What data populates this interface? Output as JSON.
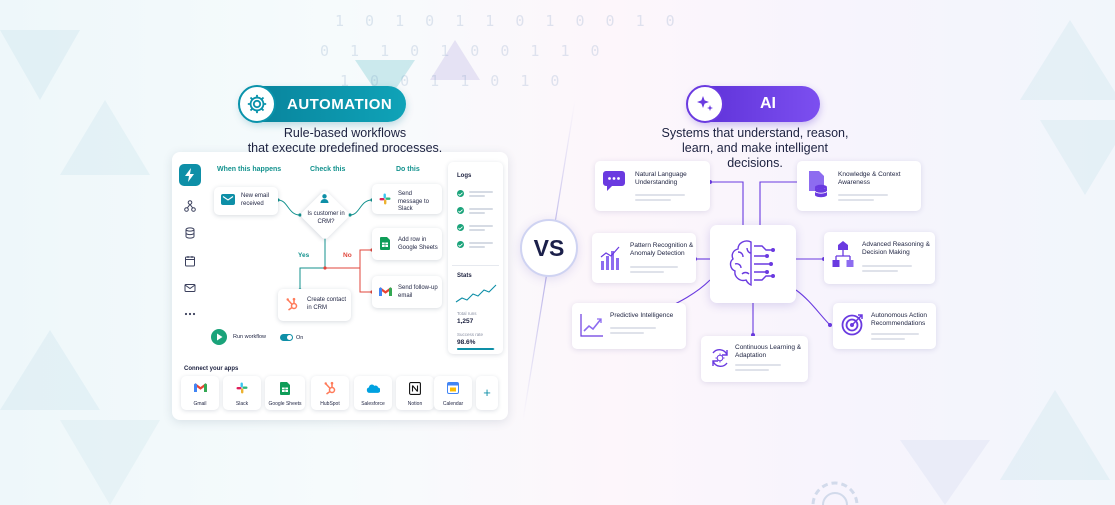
{
  "colors": {
    "teal": "#0e8fa7",
    "purple": "#6a3ae0",
    "green": "#13928e",
    "red": "#e0463b"
  },
  "automation": {
    "badge_label": "AUTOMATION",
    "badge_icon": "gear-icon",
    "subtitle_line1": "Rule-based workflows",
    "subtitle_line2": "that execute predefined processes.",
    "columns": {
      "when": "When this happens",
      "check": "Check this",
      "do": "Do this"
    },
    "trigger": "New email received",
    "condition": "Is customer in CRM?",
    "yes_label": "Yes",
    "no_label": "No",
    "actions": [
      "Send message to Slack",
      "Add row in Google Sheets",
      "Send follow-up email"
    ],
    "create_contact": "Create contact in CRM",
    "run_button": "Run workflow",
    "toggle_label": "On",
    "logs_title": "Logs",
    "stats_title": "Stats",
    "stats_total_label": "Total runs",
    "stats_total_value": "1,257",
    "stats_success_label": "Success rate",
    "stats_success_value": "98.6%",
    "connect_title": "Connect your apps",
    "apps": [
      "Gmail",
      "Slack",
      "Google Sheets",
      "HubSpot",
      "Salesforce",
      "Notion",
      "Calendar"
    ],
    "add_app": "+"
  },
  "vs_label": "VS",
  "ai": {
    "badge_label": "AI",
    "badge_icon": "sparkle-icon",
    "subtitle_line1": "Systems that understand, reason,",
    "subtitle_line2": "learn, and make intelligent decisions.",
    "capabilities": {
      "nlu": "Natural Language Understanding",
      "knowledge": "Knowledge & Context Awareness",
      "pattern": "Pattern Recognition & Anomaly Detection",
      "reasoning": "Advanced Reasoning & Decision Making",
      "predictive": "Predictive Intelligence",
      "autonomous": "Autonomous Action Recommendations",
      "learning": "Continuous Learning & Adaptation"
    }
  }
}
